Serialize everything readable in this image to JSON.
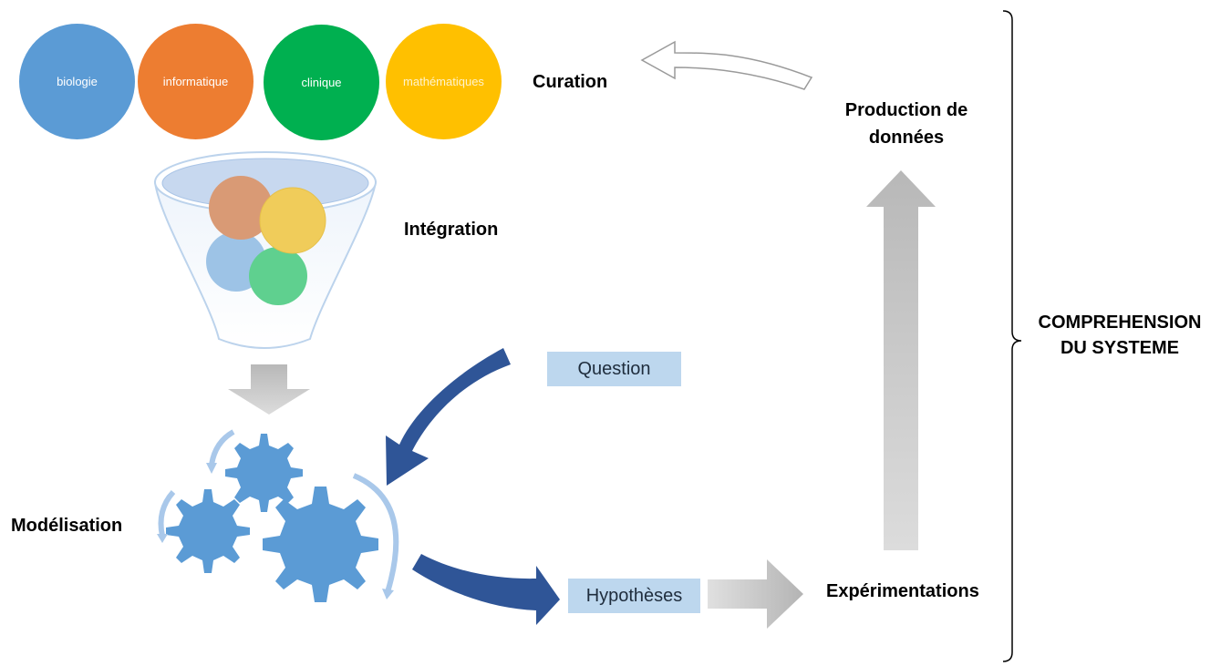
{
  "disciplines": [
    {
      "label": "biologie",
      "color": "#5b9bd5"
    },
    {
      "label": "informatique",
      "color": "#ed7d31"
    },
    {
      "label": "clinique",
      "color": "#00b050"
    },
    {
      "label": "mathématiques",
      "color": "#ffc000"
    }
  ],
  "labels": {
    "curation": "Curation",
    "production_line1": "Production de",
    "production_line2": "données",
    "integration": "Intégration",
    "modelisation": "Modélisation",
    "experimentations": "Expérimentations",
    "comprehension_line1": "COMPREHENSION",
    "comprehension_line2": "DU SYSTEME"
  },
  "boxes": {
    "question": "Question",
    "hypotheses": "Hypothèses"
  },
  "colors": {
    "dark_arrow": "#2f5597",
    "gray_arrow": "#c8c8c8",
    "gear": "#5b9bd5",
    "box_fill": "#bdd7ee"
  }
}
